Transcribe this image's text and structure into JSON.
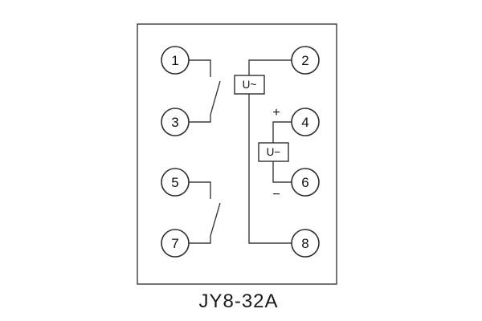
{
  "diagram": {
    "caption": "JY8-32A",
    "terminals": {
      "t1": "1",
      "t2": "2",
      "t3": "3",
      "t4": "4",
      "t5": "5",
      "t6": "6",
      "t7": "7",
      "t8": "8"
    },
    "labels": {
      "ac_source": "U~",
      "dc_source": "U−",
      "plus": "+",
      "minus": "−"
    }
  }
}
